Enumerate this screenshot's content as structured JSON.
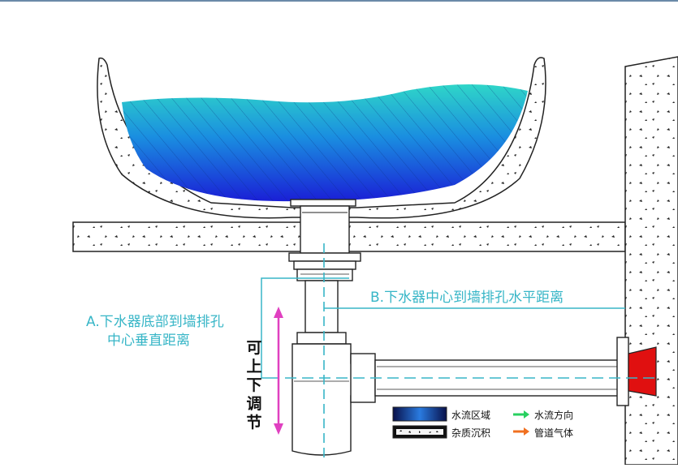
{
  "annotations": {
    "label_a_line1": "A.下水器底部到墙排孔",
    "label_a_line2": "中心垂直距离",
    "label_b": "B.下水器中心到墙排孔水平距离",
    "adjustable_chars": [
      "可",
      "上",
      "下",
      "调",
      "节"
    ]
  },
  "legend": {
    "water_area": "水流区域",
    "sediment": "杂质沉积",
    "flow_direction": "水流方向",
    "pipe_gas": "管道气体"
  },
  "colors": {
    "water_top": "#2fd6c8",
    "water_bottom": "#1a1fd6",
    "guide_line": "#38b6c7",
    "adjust_arrow": "#e040c0",
    "flow_arrow": "#28d060",
    "gas_arrow": "#f07020",
    "wall_port": "#e01010"
  }
}
